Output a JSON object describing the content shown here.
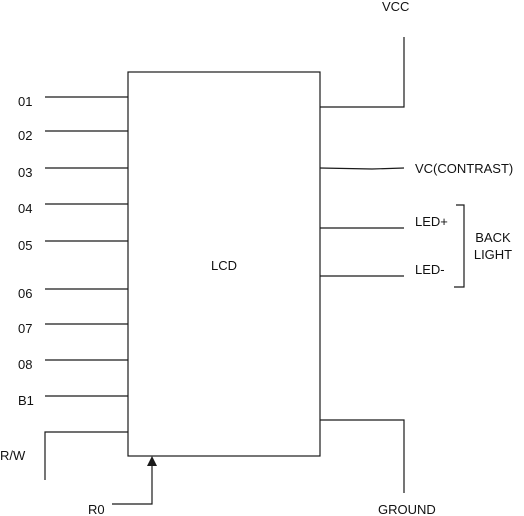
{
  "chip": {
    "label": "LCD"
  },
  "left_pins": [
    "01",
    "02",
    "03",
    "04",
    "05",
    "06",
    "07",
    "08",
    "B1"
  ],
  "rw_label": "R/W",
  "r0_label": "R0",
  "vcc_label": "VCC",
  "contrast_label": "VC(CONTRAST)",
  "led_plus_label": "LED+",
  "led_minus_label": "LED-",
  "backlight_label": [
    "BACK",
    "LIGHT"
  ],
  "ground_label": "GROUND",
  "colors": {
    "line": "#1a1a1a",
    "text": "#111111",
    "background": "#ffffff"
  }
}
